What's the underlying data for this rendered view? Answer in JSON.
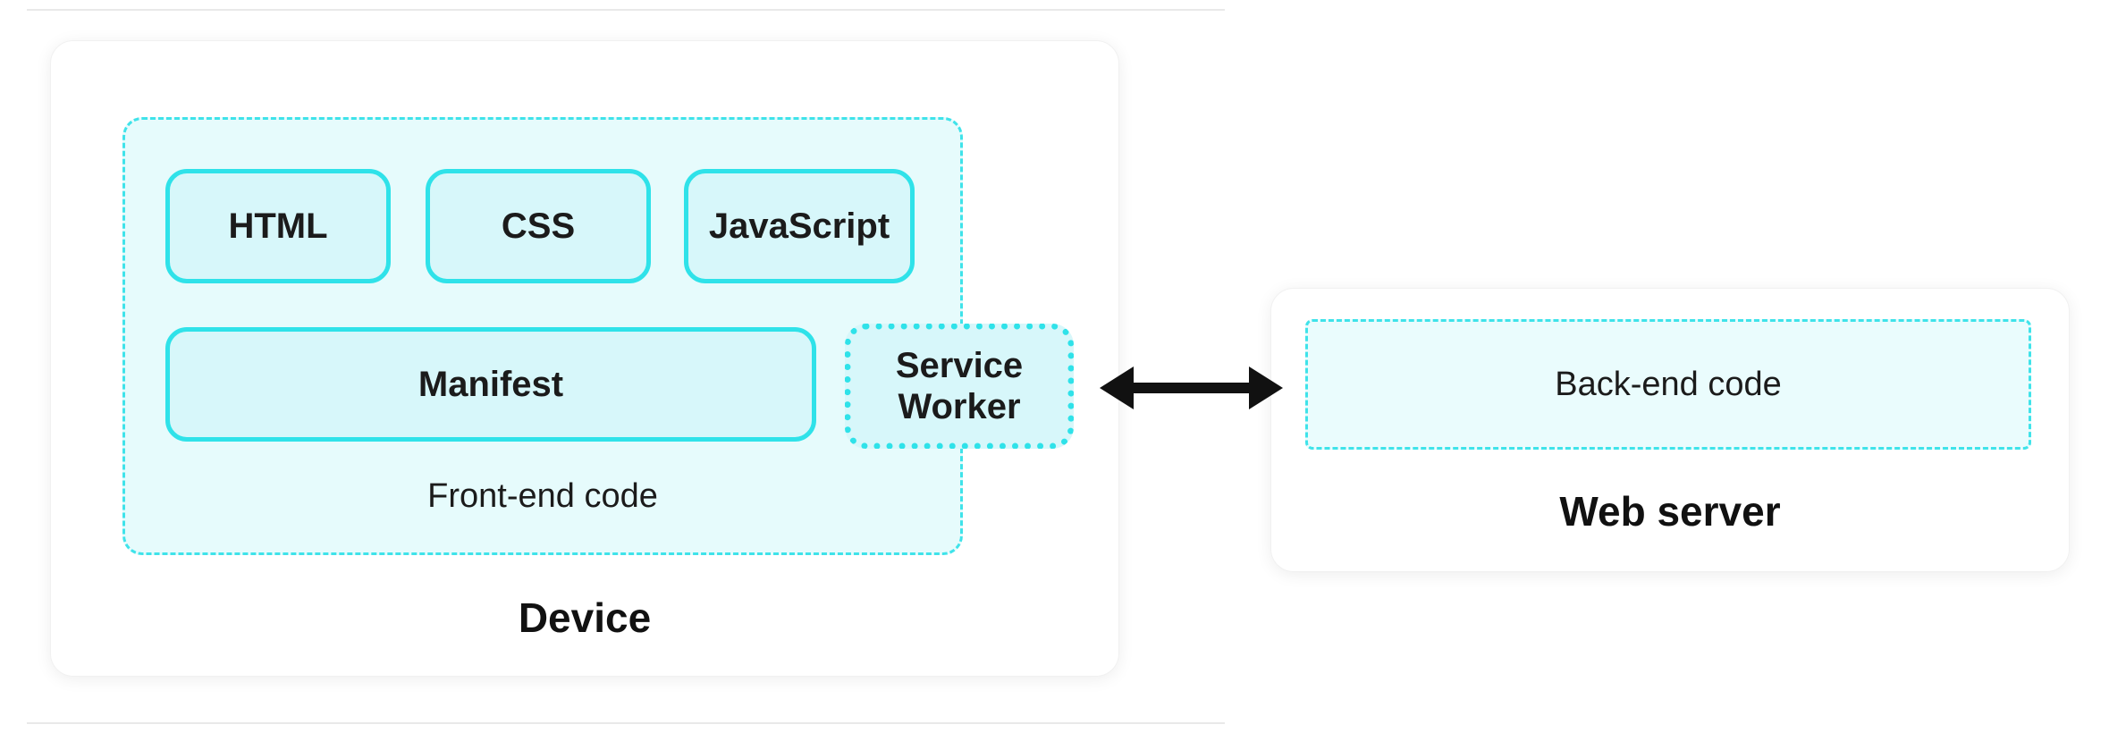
{
  "device": {
    "label": "Device",
    "frontend": {
      "label": "Front-end code",
      "files": [
        "HTML",
        "CSS",
        "JavaScript"
      ],
      "manifest": "Manifest",
      "service_worker": "Service Worker"
    }
  },
  "web_server": {
    "label": "Web server",
    "backend": "Back-end code"
  },
  "connection": {
    "type": "bidirectional-arrow"
  },
  "colors": {
    "cyan_border": "#2FE2E9",
    "dashed_border": "#3FE3EA",
    "group_fill": "#E6FBFC",
    "box_fill": "#D7F7FA",
    "arrow": "#111111",
    "text": "#1B1B1B"
  }
}
